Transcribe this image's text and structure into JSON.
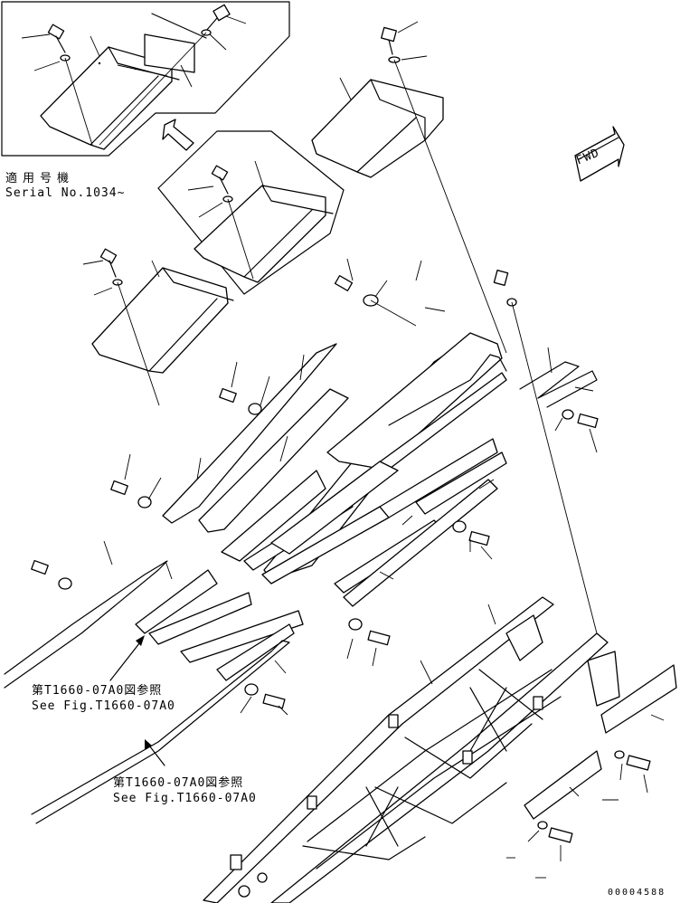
{
  "labels": {
    "serial_jp": "適用号機",
    "serial_en": "Serial No.1034~",
    "ref1_jp": "第T1660-07A0図参照",
    "ref1_en": "See Fig.T1660-07A0",
    "ref2_jp": "第T1660-07A0図参照",
    "ref2_en": "See Fig.T1660-07A0",
    "fwd": "FWD",
    "drawing_code": "00004588"
  }
}
